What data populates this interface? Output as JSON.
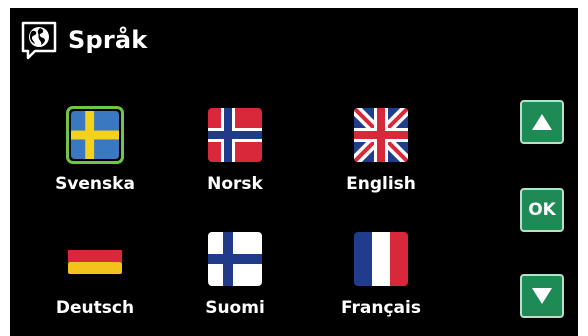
{
  "header": {
    "title": "Språk",
    "icon": "globe-chat-icon"
  },
  "languages": [
    {
      "label": "Svenska",
      "flag": "sweden-flag-icon",
      "selected": true
    },
    {
      "label": "Norsk",
      "flag": "norway-flag-icon",
      "selected": false
    },
    {
      "label": "English",
      "flag": "uk-flag-icon",
      "selected": false
    },
    {
      "label": "Deutsch",
      "flag": "germany-flag-icon",
      "selected": false
    },
    {
      "label": "Suomi",
      "flag": "finland-flag-icon",
      "selected": false
    },
    {
      "label": "Français",
      "flag": "france-flag-icon",
      "selected": false
    }
  ],
  "nav": {
    "up_icon": "arrow-up-icon",
    "ok_label": "OK",
    "down_icon": "arrow-down-icon"
  },
  "colors": {
    "background": "#000000",
    "button": "#1e8a55",
    "button_border": "#b9dfc6",
    "selection": "#6fc74a",
    "text": "#ffffff"
  }
}
